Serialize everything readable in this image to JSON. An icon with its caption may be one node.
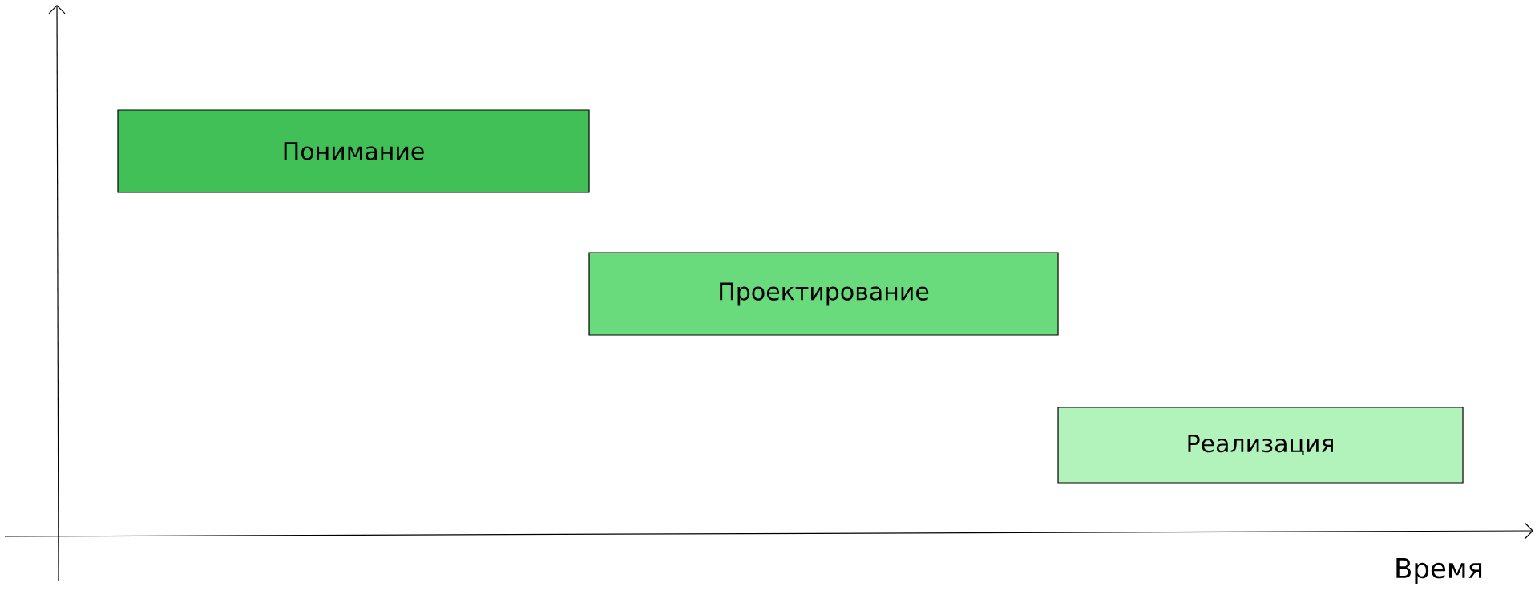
{
  "diagram": {
    "nodes": [
      {
        "text": [
          "Понимание"
        ]
      },
      {
        "text": [
          "Проектирование"
        ]
      },
      {
        "text": [
          "Реализация"
        ]
      }
    ],
    "labels": [
      "Время"
    ]
  }
}
